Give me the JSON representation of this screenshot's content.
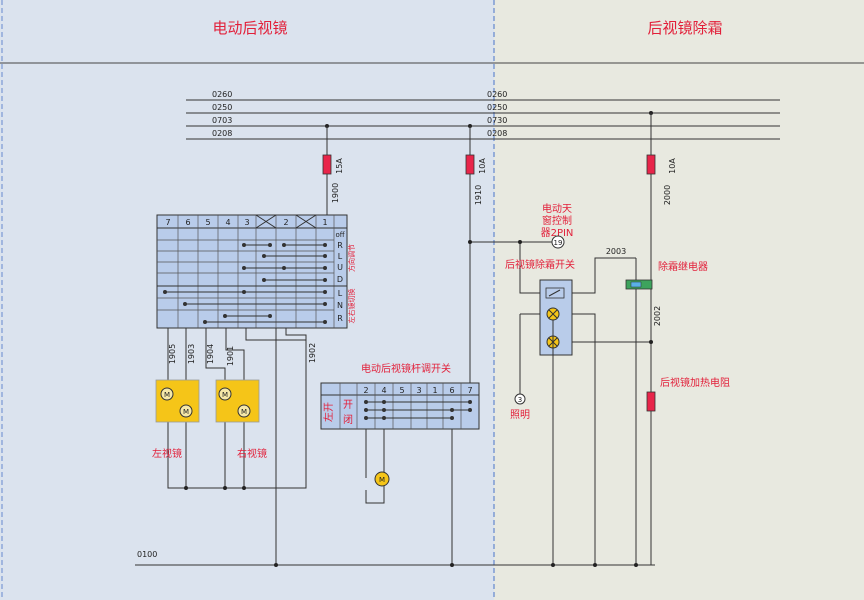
{
  "headers": {
    "left": "电动后视镜",
    "right": "后视镜除霜"
  },
  "bus": [
    {
      "left": "0260",
      "right": "0260"
    },
    {
      "left": "0250",
      "right": "0250"
    },
    {
      "left": "0703",
      "right": "0730"
    },
    {
      "left": "0208",
      "right": "0208"
    }
  ],
  "ground": "0100",
  "fuses": [
    {
      "rating": "15A",
      "wire": "1900"
    },
    {
      "rating": "10A",
      "wire": "1910"
    },
    {
      "rating": "10A",
      "wire": "2000"
    }
  ],
  "switch1": {
    "cols": [
      "7",
      "6",
      "5",
      "4",
      "3",
      "2",
      "1"
    ],
    "rows": [
      "off",
      "R",
      "L",
      "U",
      "D",
      "L",
      "N",
      "R"
    ],
    "side_labels": [
      "方向调节",
      "左右镜切换"
    ]
  },
  "wires": {
    "w1905": "1905",
    "w1903": "1903",
    "w1904": "1904",
    "w1901": "1901",
    "w1902": "1902",
    "w2003": "2003",
    "w2002": "2002"
  },
  "mirrors": {
    "left": "左视镜",
    "right": "右视镜",
    "motor": "M"
  },
  "switch2": {
    "title": "电动后视镜杆调开关",
    "cols": [
      "2",
      "4",
      "5",
      "3",
      "1",
      "6",
      "7"
    ],
    "side": "左开",
    "states": [
      "开",
      "闭"
    ]
  },
  "defrost": {
    "controller": "电动天窗控制器2PIN",
    "pin": "19",
    "switch": "后视镜除霜开关",
    "relay": "除霜继电器",
    "heater": "后视镜加热电阻",
    "light_pin": "3",
    "light": "照明"
  }
}
